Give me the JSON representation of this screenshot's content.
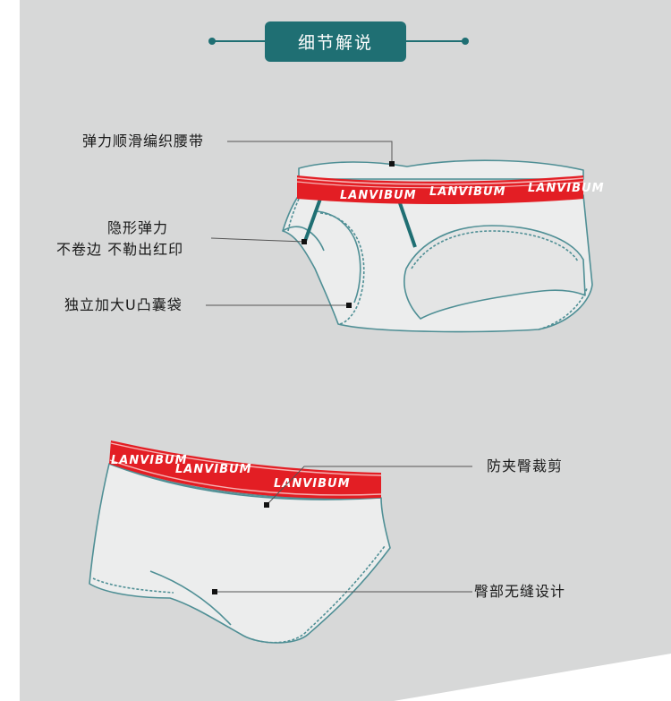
{
  "header": {
    "title": "细节解说"
  },
  "brand": {
    "logo_text": "LANVIBUM"
  },
  "callouts": {
    "waistband": "弹力顺滑编织腰带",
    "hidden_elastic_1": "隐形弹力",
    "hidden_elastic_2": "不卷边 不勒出红印",
    "pouch": "独立加大U凸囊袋",
    "anti_pinch": "防夹臀裁剪",
    "seamless": "臀部无缝设计"
  },
  "colors": {
    "panel": "#d7d8d8",
    "accent": "#1f6f73",
    "band_red": "#e31e24",
    "outline": "#4f8f95"
  }
}
